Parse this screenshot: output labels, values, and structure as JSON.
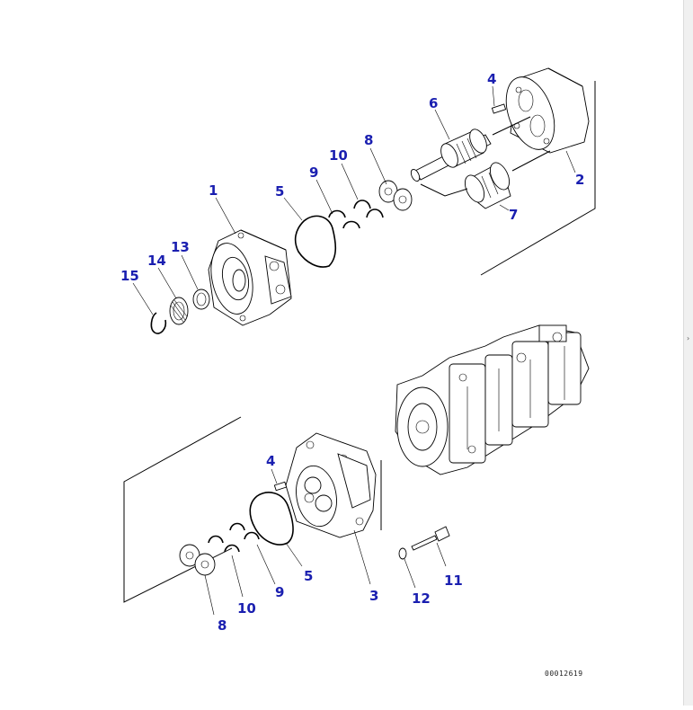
{
  "drawing": {
    "doc_id": "00012619",
    "callouts_upper": [
      "1",
      "2",
      "4",
      "5",
      "6",
      "7",
      "8",
      "9",
      "10",
      "13",
      "14",
      "15"
    ],
    "callouts_lower": [
      "3",
      "4",
      "5",
      "8",
      "9",
      "10",
      "11",
      "12"
    ]
  },
  "scrollbar": {
    "arrow": "›"
  }
}
